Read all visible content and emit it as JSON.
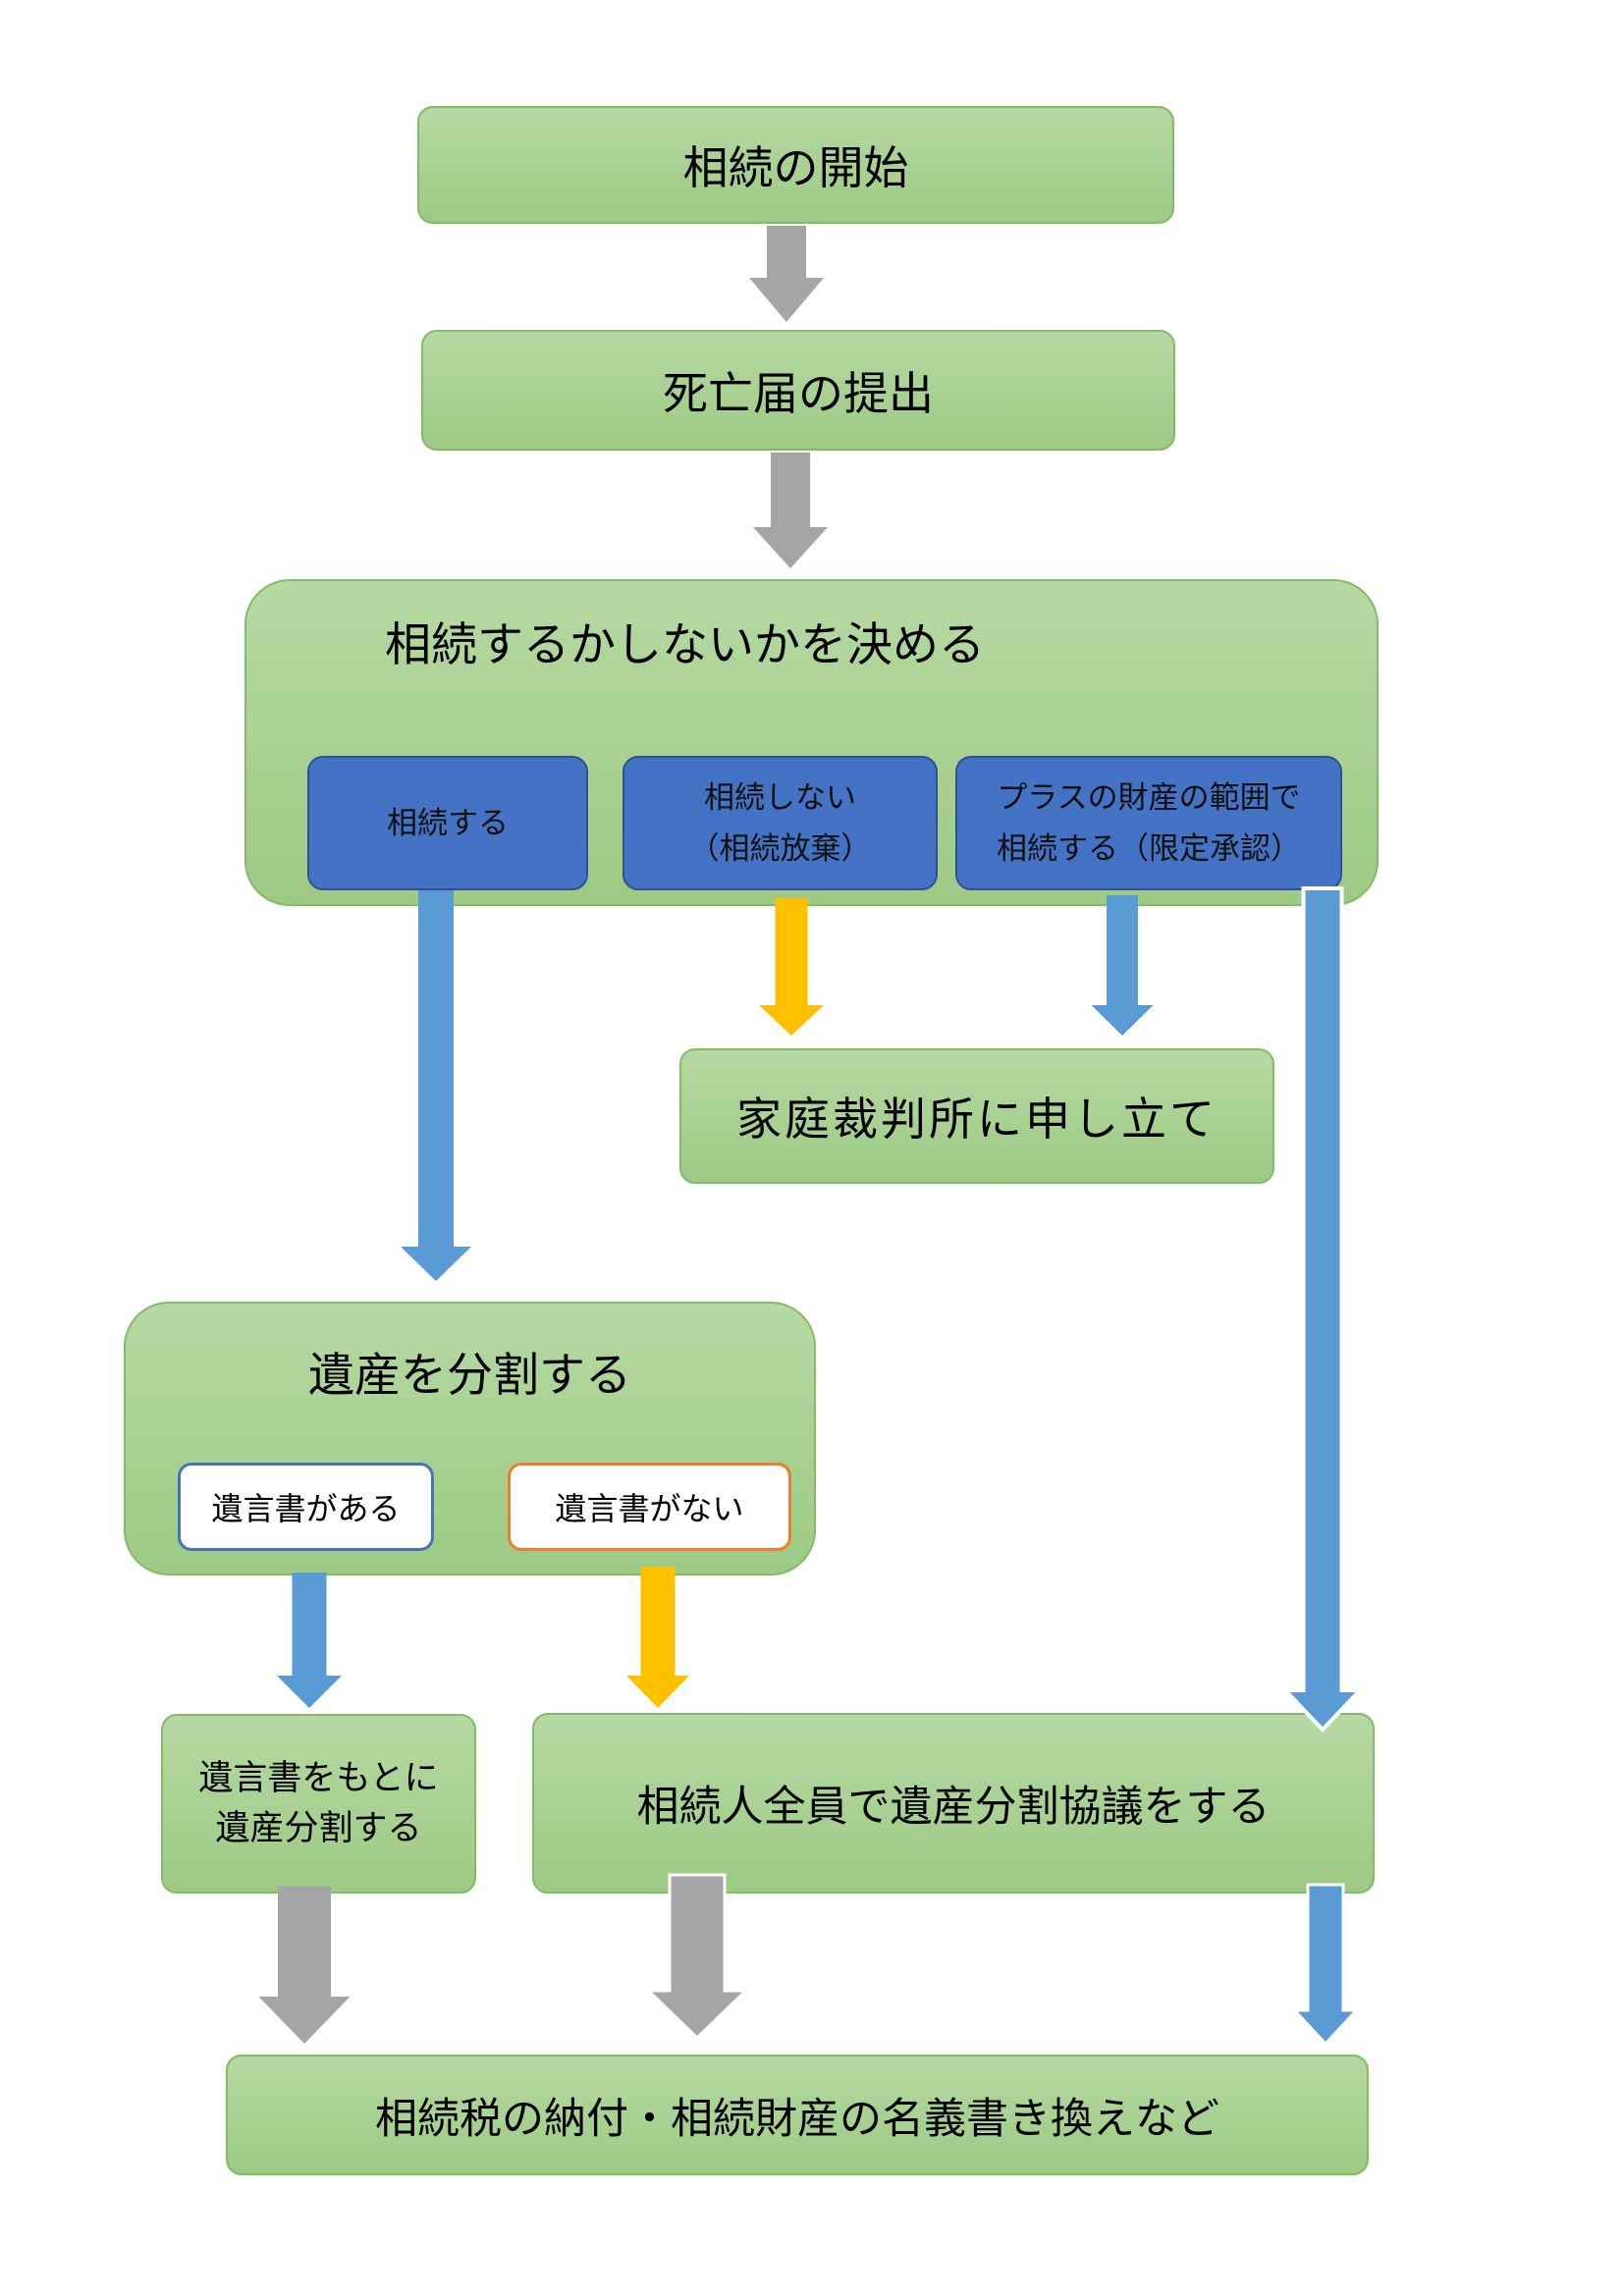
{
  "flow": {
    "start": "相続の開始",
    "death_notice": "死亡届の提出",
    "decide": {
      "title": "相続するかしないかを決める",
      "options": {
        "accept": "相続する",
        "renounce": [
          "相続しない",
          "（相続放棄）"
        ],
        "limited": [
          "プラスの財産の範囲で",
          "相続する（限定承認）"
        ]
      }
    },
    "family_court": "家庭裁判所に申し立て",
    "divide": {
      "title": "遺産を分割する",
      "with_will": "遺言書がある",
      "without_will": "遺言書がない"
    },
    "divide_by_will": [
      "遺言書をもとに",
      "遺産分割する"
    ],
    "agreement": "相続人全員で遺産分割協議をする",
    "final": "相続税の納付・相続財産の名義書き換えなど"
  },
  "colors": {
    "arrow_gray": "#a5a5a5",
    "arrow_blue": "#5b9bd5",
    "arrow_yellow": "#ffc000",
    "green_top": "#b6d9a3",
    "green_bottom": "#9dca84",
    "green_border": "#86b968",
    "option_blue": "#4472c4",
    "will_blue_border": "#4472c4",
    "will_orange_border": "#ed7d31"
  }
}
